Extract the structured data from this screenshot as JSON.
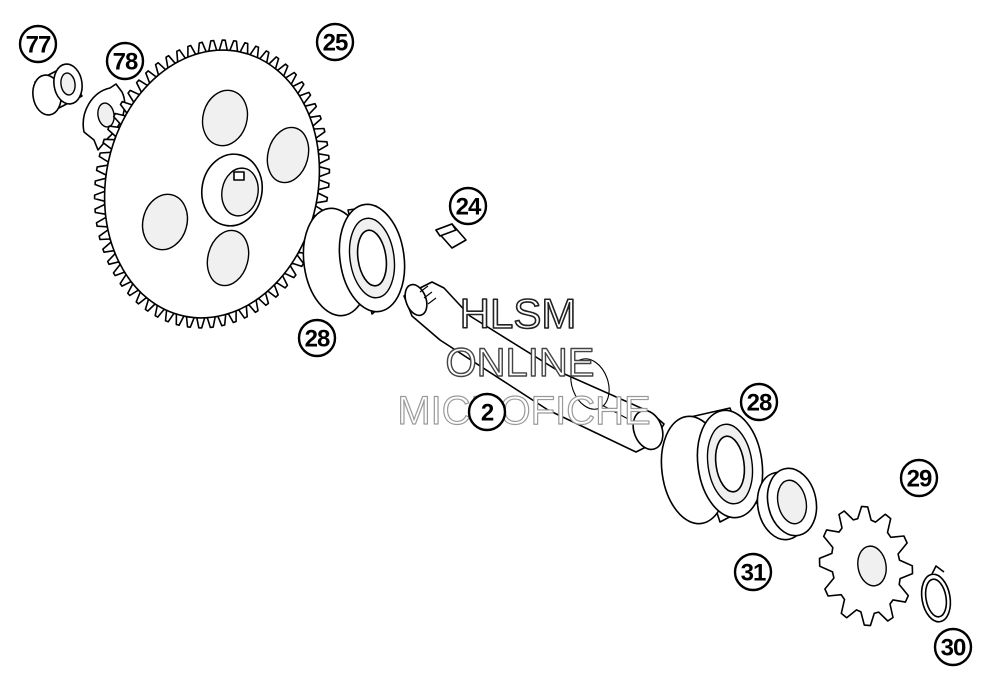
{
  "watermark": {
    "line1": "HLSM",
    "line2": "ONLINE",
    "line3": "MICROFICHE"
  },
  "callouts": {
    "c77": "77",
    "c78": "78",
    "c25": "25",
    "c24": "24",
    "c28a": "28",
    "c2": "2",
    "c28b": "28",
    "c29": "29",
    "c31": "31",
    "c30": "30"
  }
}
